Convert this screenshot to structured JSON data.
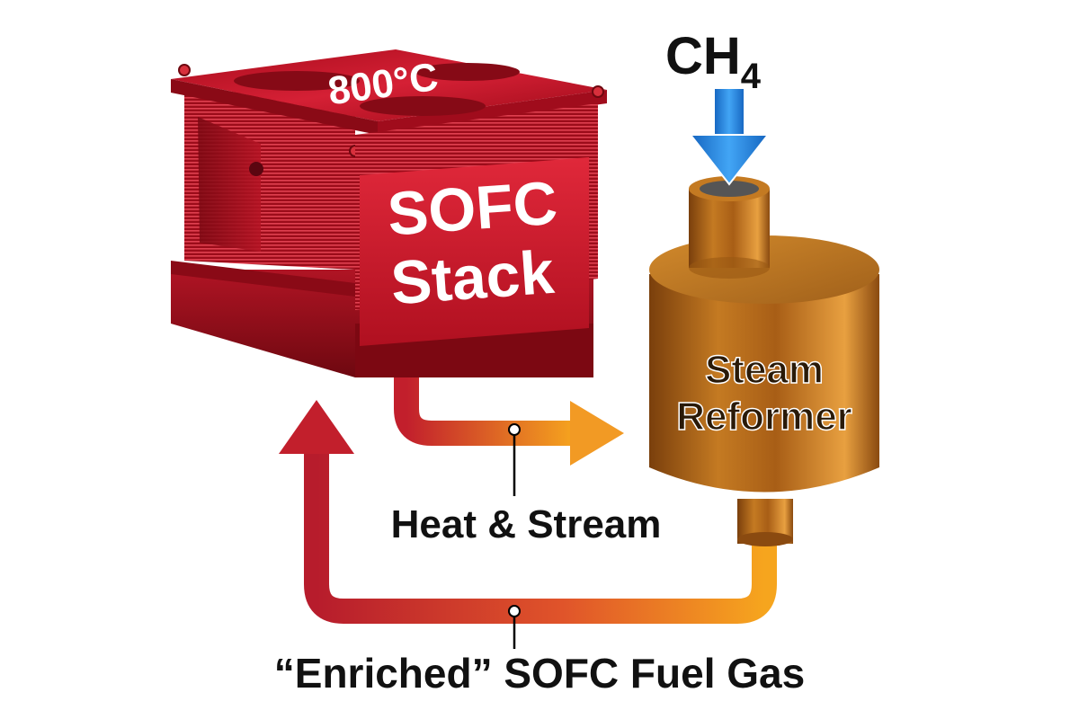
{
  "stack": {
    "temperature": "800°C",
    "title_line1": "SOFC",
    "title_line2": "Stack"
  },
  "reformer": {
    "label_line1": "Steam",
    "label_line2": "Reformer"
  },
  "input": {
    "formula": "CH",
    "subscript": "4"
  },
  "flows": {
    "heat": "Heat & Stream",
    "fuel": "“Enriched” SOFC Fuel Gas"
  },
  "colors": {
    "stack_red": "#c8102e",
    "pipe_red": "#b71c2c",
    "pipe_orange": "#f6a51e",
    "reformer_bronze": "#b8701e",
    "arrow_blue": "#1e88d8"
  }
}
